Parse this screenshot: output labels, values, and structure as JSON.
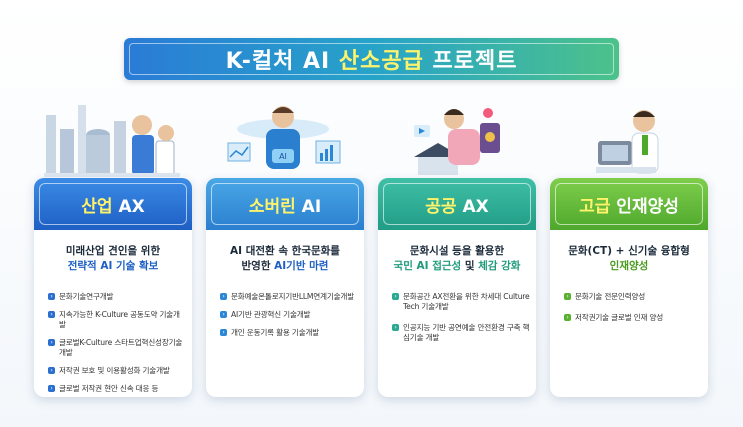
{
  "title": {
    "prefix": "K-컬처 AI ",
    "highlight": "산소공급",
    "suffix": " 프로젝트"
  },
  "cards": [
    {
      "title_hl": "산업",
      "title_rest": " AX",
      "sub_line1": "미래산업 견인을 위한",
      "sub_line2": "전략적 AI 기술 확보",
      "bullets": [
        "문화기술연구개발",
        "지속가능한 K-Culture 공동도약 기술개발",
        "글로벌K-Culture 스타트업혁신성장기술개발",
        "저작권 보호 및 이용활성화 기술개발",
        "글로벌 저작권 현안 신속 대응 등"
      ]
    },
    {
      "title_hl": "소버린",
      "title_rest": " AI",
      "sub_line1": "AI 대전환 속 한국문화를",
      "sub_line2_plain": "반영한 ",
      "sub_line2_color": "AI기반 마련",
      "bullets": [
        "문화예술온톨로지기반LLM연계기술개발",
        "AI기반 관광혁신 기술개발",
        "개인 운동기록 활용 기술개발"
      ]
    },
    {
      "title_hl": "공공",
      "title_rest": " AX",
      "sub_line1": "문화시설 등을 활용한",
      "sub_line2_color1": "국민 AI 접근성",
      "sub_line2_plain": " 및 ",
      "sub_line2_color2": "체감 강화",
      "bullets": [
        "문화공간 AX전환을 위한 차세대 Culture Tech 기술개발",
        "인공지능 기반 공연예술 안전환경 구축 핵심기술 개발"
      ]
    },
    {
      "title_hl": "고급",
      "title_rest": " 인재양성",
      "sub_line1": "문화(CT) + 신기술 융합형",
      "sub_line2": "인재양성",
      "bullets": [
        "문화기술 전문인력양성",
        "저작권기술 글로벌 인재 양성"
      ]
    }
  ],
  "colors": {
    "industry": "#1e5fc4",
    "sovereign": "#2a7fcf",
    "public": "#219c86",
    "talent": "#4ea82c",
    "highlight": "#fff36b"
  }
}
